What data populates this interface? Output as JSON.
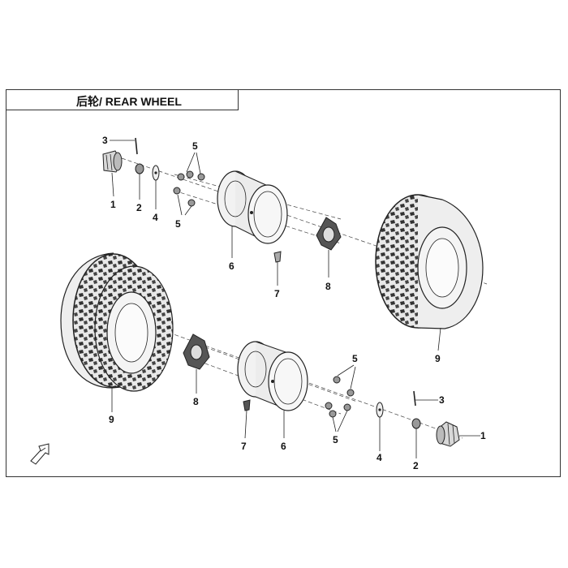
{
  "title": "后轮/ REAR WHEEL",
  "callouts": {
    "c1a": "1",
    "c2a": "2",
    "c3a": "3",
    "c4a": "4",
    "c5a": "5",
    "c5b": "5",
    "c6a": "6",
    "c7a": "7",
    "c8a": "8",
    "c9a": "9",
    "c1b": "1",
    "c2b": "2",
    "c3b": "3",
    "c4b": "4",
    "c5c": "5",
    "c5d": "5",
    "c6b": "6",
    "c7b": "7",
    "c8b": "8",
    "c9b": "9"
  },
  "colors": {
    "line": "#222222",
    "tire_fill": "#e8e8e8",
    "tread": "#333333"
  }
}
